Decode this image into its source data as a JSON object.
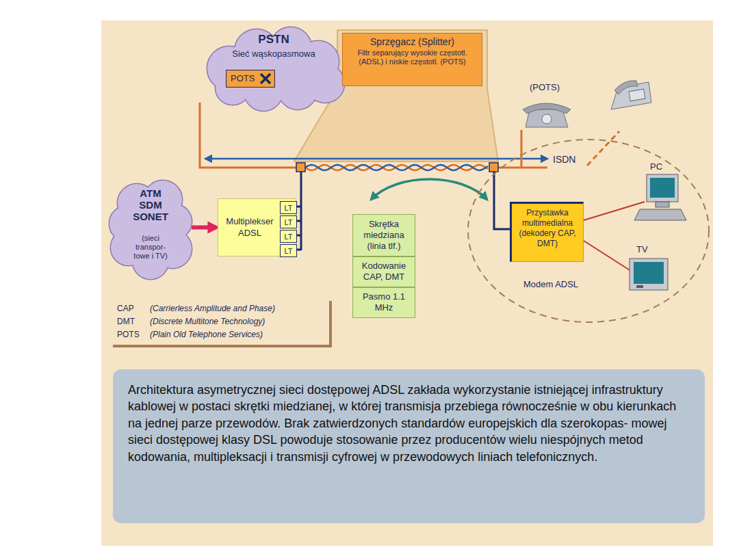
{
  "diagram": {
    "caption": "Architektura asymetrycznej sieci dostępowej ADSL zakłada wykorzystanie istniejącej infrastruktury kablowej w postaci skrętki miedzianej, w której transmisja przebiega równocześnie w obu kierunkach na jednej parze przewodów. Brak zatwierdzonych standardów europejskich dla szerokopas- mowej sieci dostępowej klasy DSL powoduje stosowanie przez producentów wielu niespójnych metod kodowania, multipleksacji i transmisji cyfrowej w przewodowych liniach telefonicznych.",
    "nodes": [
      {
        "text": [
          "PSTN",
          "Sieć wąskopasmowa"
        ]
      },
      {
        "text": [
          "POTS"
        ],
        "in": 0
      },
      {
        "text": [
          "Sprzęgacz (Splitter)",
          "Filtr separujący wysokie częstotl. (ADSL) i niskie częstotl. (POTS)"
        ]
      },
      {
        "text": [
          "ATM SDM SONET",
          "(sieci transpor- towe i TV)"
        ]
      },
      {
        "text": [
          "Multiplekser ADSL"
        ]
      },
      {
        "text": [
          "LT"
        ],
        "in": 4
      },
      {
        "text": [
          "LT"
        ],
        "in": 4
      },
      {
        "text": [
          "LT"
        ],
        "in": 4
      },
      {
        "text": [
          "LT"
        ],
        "in": 4
      },
      {
        "text": [
          "Skrętka miedziana (linia tlf.)"
        ]
      },
      {
        "text": [
          "Kodowanie CAP, DMT"
        ]
      },
      {
        "text": [
          "Pasmo 1.1 MHz"
        ]
      },
      {
        "text": [
          "Modem ADSL"
        ]
      },
      {
        "text": [
          "Przystawka multimedialna (dekodery CAP, DMT)"
        ],
        "in": 12
      },
      {
        "text": [
          "CAP",
          "(Carrierless Amplitude and Phase)",
          "DMT",
          "(Discrete Multitone Technology)",
          "POTS",
          "(Plain Old Telephone Services)"
        ]
      }
    ],
    "edges": [
      {
        "from": 3,
        "to": 4,
        "arrow": "to"
      }
    ],
    "labels": [
      "(POTS)",
      "ISDN",
      "PC",
      "TV"
    ]
  }
}
